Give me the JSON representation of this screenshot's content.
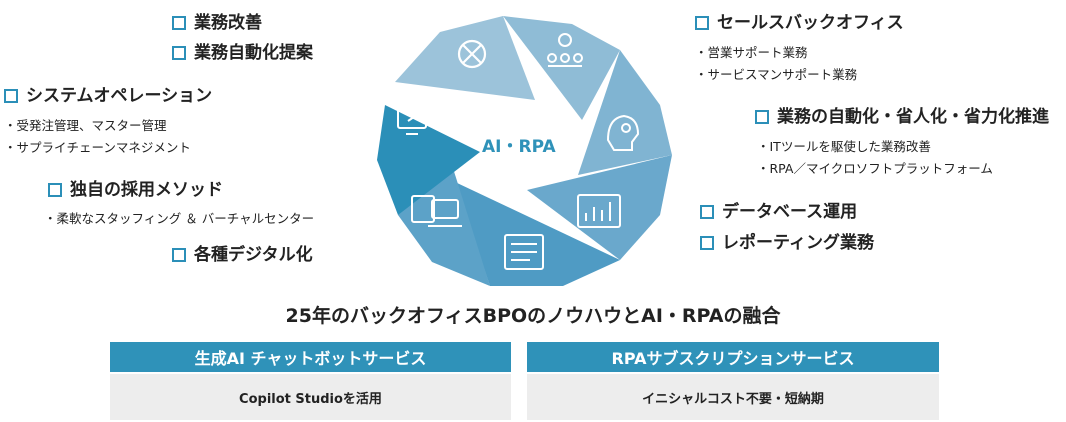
{
  "center_label": "AI・RPA",
  "left": {
    "item1": "業務改善",
    "item2": "業務自動化提案",
    "system_ops": {
      "title": "システムオペレーション",
      "lines": [
        "・受発注管理、マスター管理",
        "・サプライチェーンマネジメント"
      ]
    },
    "hiring": {
      "title": "独自の採用メソッド",
      "lines": [
        "・柔軟なスタッフィング ＆ バーチャルセンター"
      ]
    },
    "digital": "各種デジタル化"
  },
  "right": {
    "sales": {
      "title": "セールスバックオフィス",
      "lines": [
        "・営業サポート業務",
        "・サービスマンサポート業務"
      ]
    },
    "automation": {
      "title": "業務の自動化・省人化・省力化推進",
      "lines": [
        "・ITツールを駆使した業務改善",
        "・RPA／マイクロソフトプラットフォーム"
      ]
    },
    "database": "データベース運用",
    "reporting": "レポーティング業務"
  },
  "banner": "25年のバックオフィスBPOのノウハウとAI・RPAの融合",
  "services": [
    {
      "title": "生成AI チャットボットサービス",
      "desc": "Copilot Studioを活用"
    },
    {
      "title": "RPAサブスクリプションサービス",
      "desc": "イニシャルコスト不要・短納期"
    }
  ],
  "colors": {
    "accent": "#2f92b9",
    "segment_light": "#9cc3da",
    "segment_mid": "#6aa8cc",
    "segment_dark": "#2b8fb8",
    "service_body": "#ededed"
  },
  "segment_icons": [
    "tools-icon",
    "team-network-icon",
    "ai-head-icon",
    "analytics-dashboard-icon",
    "document-list-icon",
    "computer-icon",
    "desktop-terminal-icon"
  ]
}
